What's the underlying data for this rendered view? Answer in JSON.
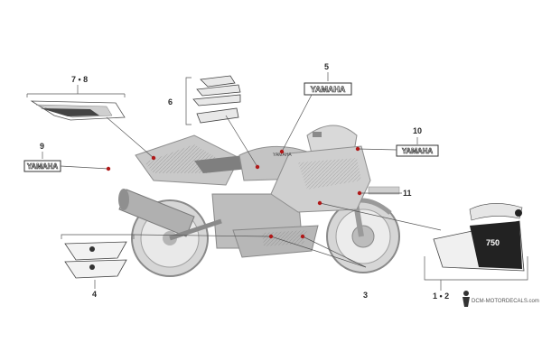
{
  "callouts": {
    "c1": "1 • 2",
    "c3": "3",
    "c4": "4",
    "c5": "5",
    "c6": "6",
    "c78": "7 • 8",
    "c9": "9",
    "c10": "10",
    "c11": "11"
  },
  "decal_text": {
    "yamaha": "YAMAHA",
    "model": "750"
  },
  "watermark": "DCM-MOTORDECALS.com",
  "colors": {
    "accent_dot": "#b01818",
    "leader_line": "#555555",
    "bike_fill": "#c9c9c9",
    "bike_dark": "#8a8a8a"
  }
}
